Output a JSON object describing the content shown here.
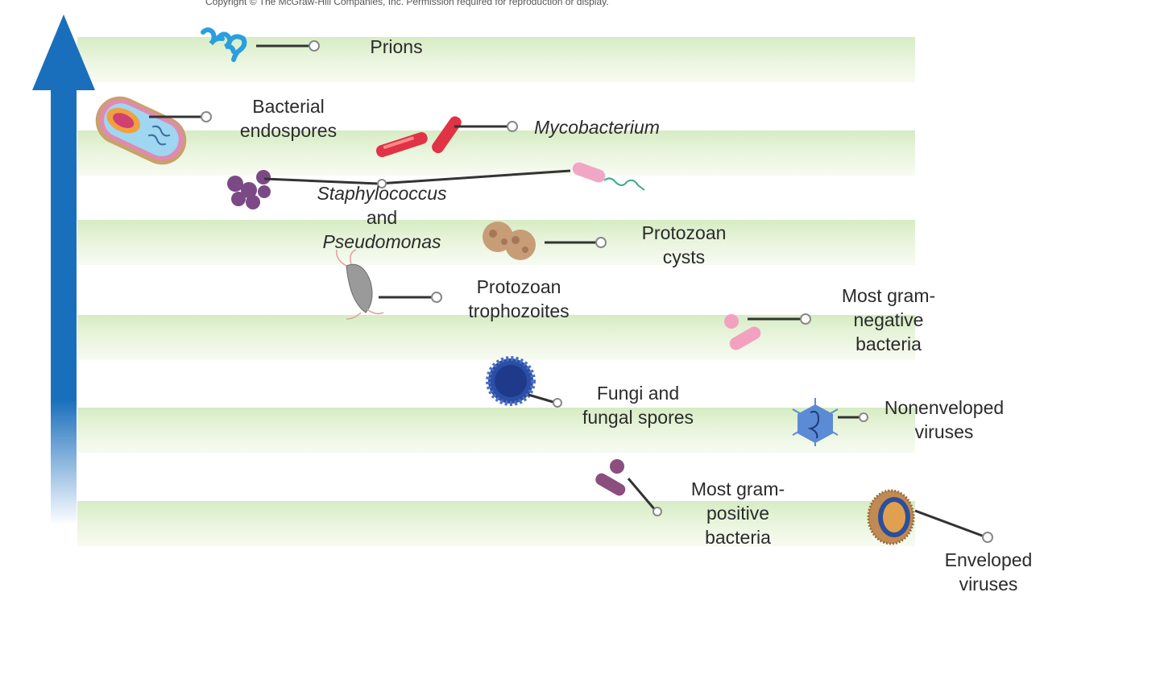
{
  "copyright": "Copyright © The McGraw-Hill Companies, Inc. Permission required for reproduction or display.",
  "diagram": {
    "arrow_color": "#1a6fbd",
    "band_color": "#d6ecc3",
    "labels": {
      "prions": [
        "Prions"
      ],
      "bacterial_endospores": [
        "Bacterial",
        "endospores"
      ],
      "mycobacterium": [
        "Mycobacterium"
      ],
      "staph_pseudomonas": [
        "Staphylococcus",
        "and",
        "Pseudomonas"
      ],
      "protozoan_cysts": [
        "Protozoan",
        "cysts"
      ],
      "protozoan_trophozoites": [
        "Protozoan",
        "trophozoites"
      ],
      "gram_negative": [
        "Most gram-",
        "negative",
        "bacteria"
      ],
      "fungi": [
        "Fungi and",
        "fungal spores"
      ],
      "nonenveloped_viruses": [
        "Nonenveloped",
        "viruses"
      ],
      "gram_positive": [
        "Most gram-",
        "positive",
        "bacteria"
      ],
      "enveloped_viruses": [
        "Enveloped",
        "viruses"
      ]
    },
    "icons": [
      "prion-icon",
      "endospore-icon",
      "mycobacterium-icon",
      "staphylococcus-icon",
      "pseudomonas-icon",
      "protozoan-cyst-icon",
      "trophozoite-icon",
      "gram-negative-bacteria-icon",
      "fungal-spore-icon",
      "nonenveloped-virus-icon",
      "gram-positive-bacteria-icon",
      "enveloped-virus-icon"
    ]
  }
}
